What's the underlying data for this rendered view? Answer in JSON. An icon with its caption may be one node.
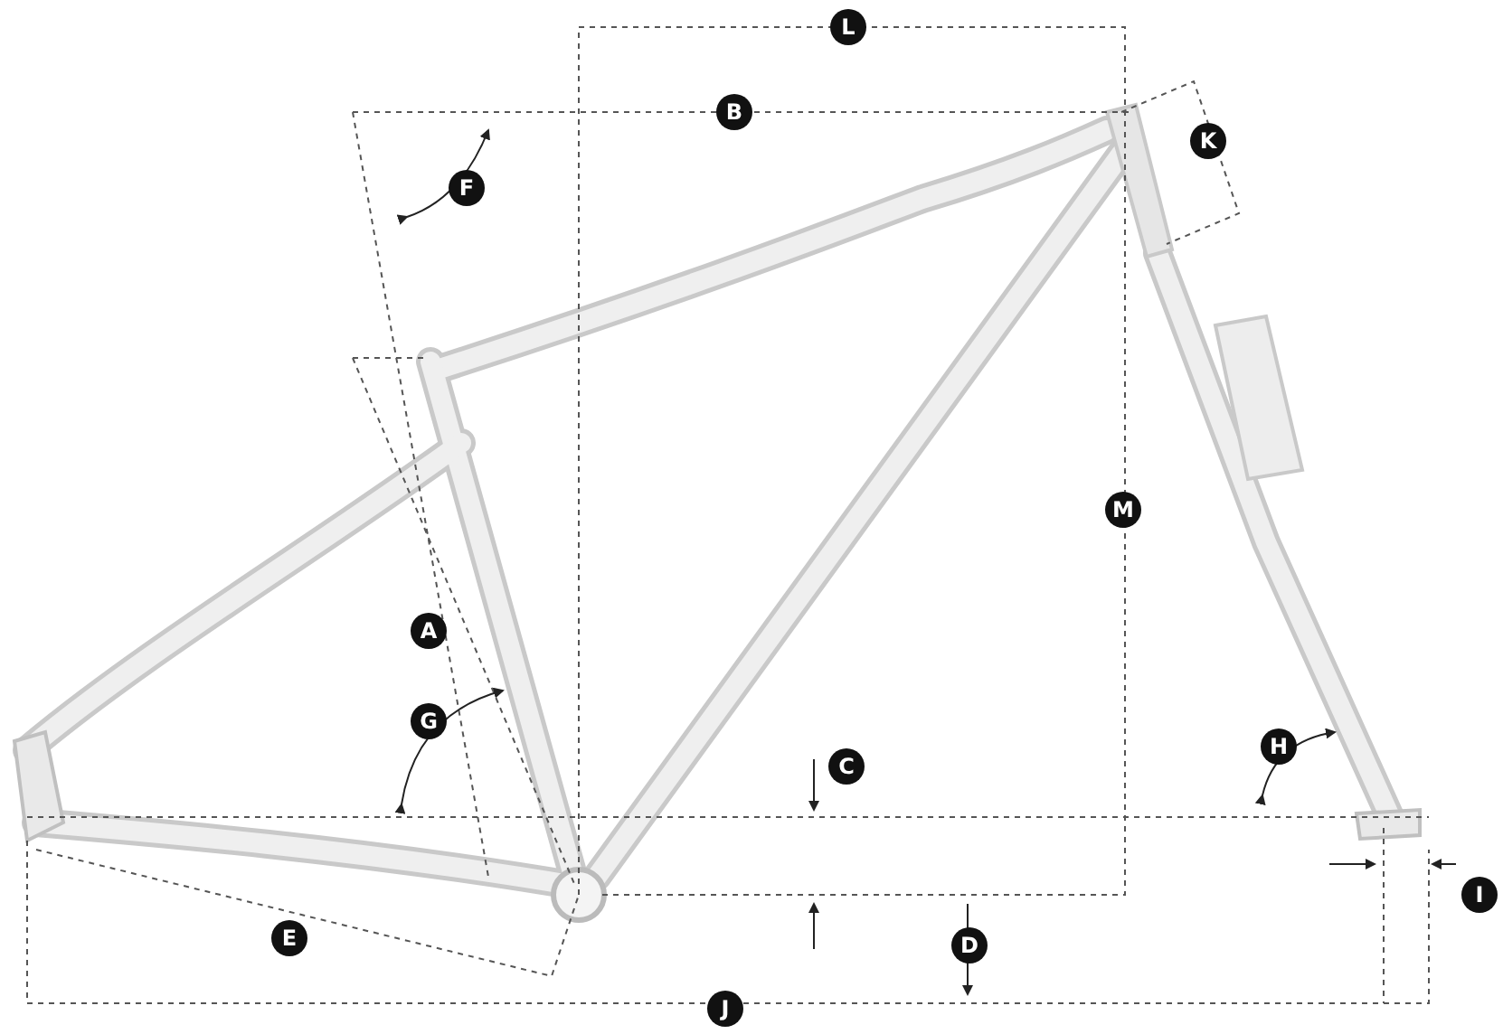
{
  "diagram": {
    "labels": [
      "L",
      "B",
      "K",
      "F",
      "M",
      "A",
      "H",
      "G",
      "C",
      "I",
      "E",
      "D",
      "J"
    ]
  }
}
